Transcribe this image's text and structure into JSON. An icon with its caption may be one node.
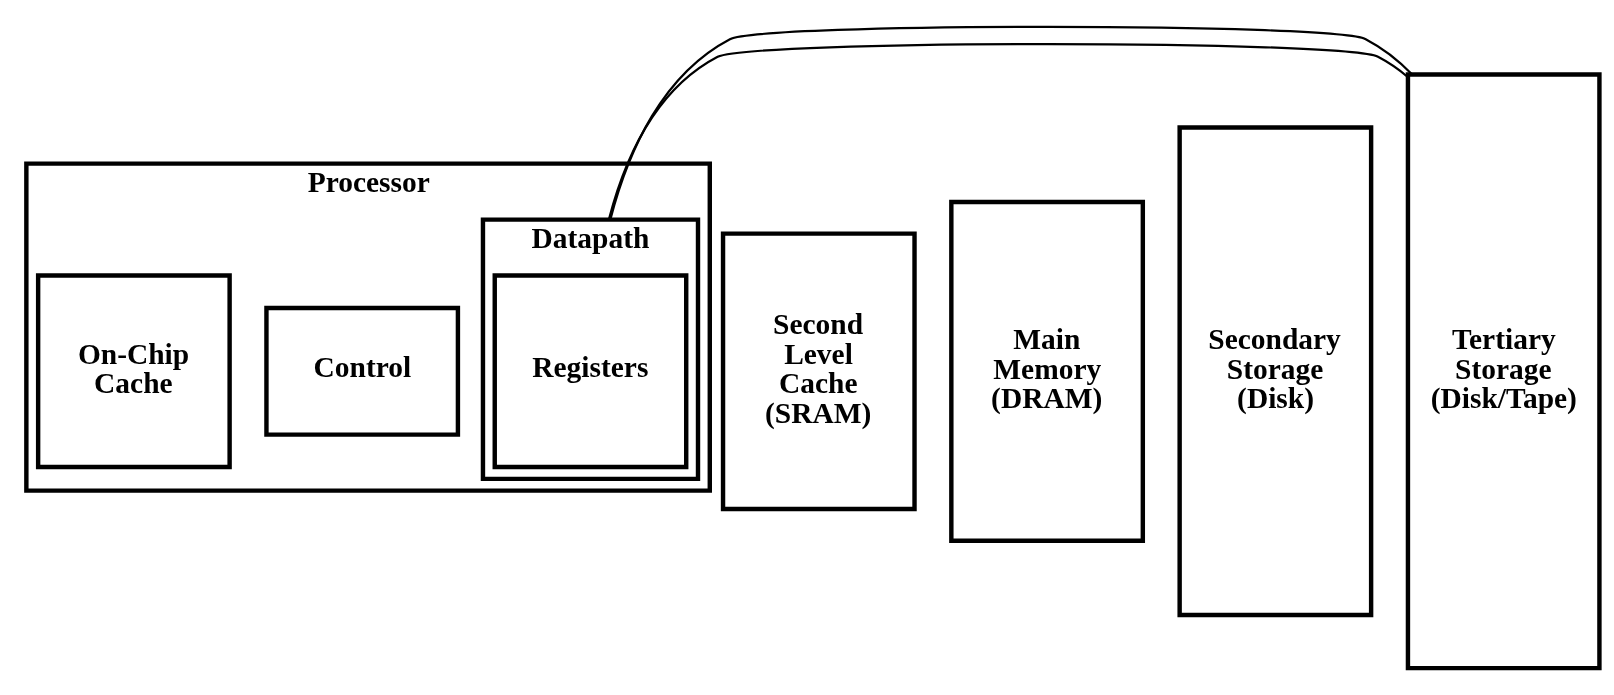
{
  "diagram": {
    "nodes": [
      {
        "text": [
          "Processor"
        ]
      },
      {
        "text": [
          "Control"
        ],
        "in": 0
      },
      {
        "text": [
          "Datapath"
        ],
        "in": 0
      },
      {
        "text": [
          "Registers"
        ],
        "in": 2
      },
      {
        "text": [
          "On-Chip Cache"
        ],
        "in": 0
      },
      {
        "text": [
          "Second Level Cache (SRAM)"
        ]
      },
      {
        "text": [
          "Main Memory (DRAM)"
        ]
      },
      {
        "text": [
          "Secondary Storage (Disk)"
        ]
      },
      {
        "text": [
          "Tertiary Storage (Disk/Tape)"
        ]
      }
    ],
    "edges": [
      {
        "from": 2,
        "to": 8,
        "arrow": "none"
      },
      {
        "from": 2,
        "to": 8,
        "arrow": "none"
      }
    ]
  }
}
